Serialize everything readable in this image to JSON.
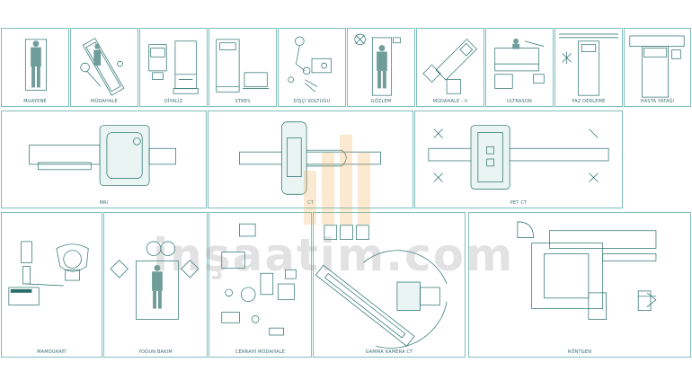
{
  "panels": {
    "muayene": "MUAYENE",
    "mudahale": "MÜDAHALE",
    "diyaliz": "DİYALİZ",
    "stres": "STRES",
    "dis_koltugu": "DİŞÇİ KOLTUĞU",
    "gozlem": "GÖZLEM",
    "mudahale_ii": "MÜDAHALE - II",
    "ultrason": "ULTRASON",
    "faz_derleme": "FAZ DERLEME",
    "hasta_yatagi": "HASTA YATAĞI",
    "mri": "MRI",
    "ct": "CT",
    "pet_ct": "PET CT",
    "mamografi": "MAMOGRAFİ",
    "yogun_bakim": "YOĞUN BAKIM",
    "cerrahi_mudahale": "CERRAHİ MÜDAHALE",
    "gamma_kamera_ct": "GAMMA KAMERA CT",
    "rontgen": "RÖNTGEN"
  },
  "watermark": "inşaatim.com",
  "colors": {
    "line": "#1f6b66",
    "border": "#7fbdbd",
    "accent": "#f0b05a"
  }
}
